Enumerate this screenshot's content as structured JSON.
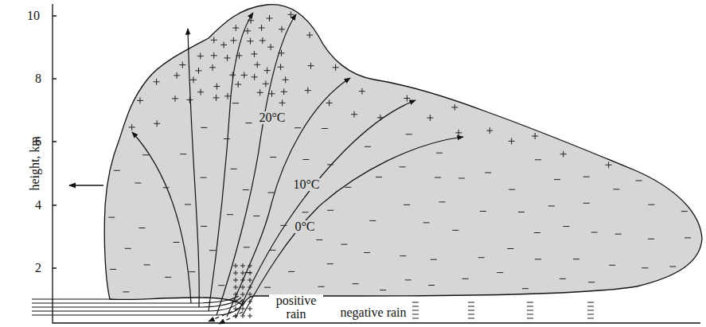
{
  "diagram": {
    "labels": [
      "height, km",
      "2",
      "4",
      "6",
      "8",
      "10",
      "20°C",
      "10°C",
      "0°C",
      "positive rain",
      "negative rain"
    ]
  }
}
